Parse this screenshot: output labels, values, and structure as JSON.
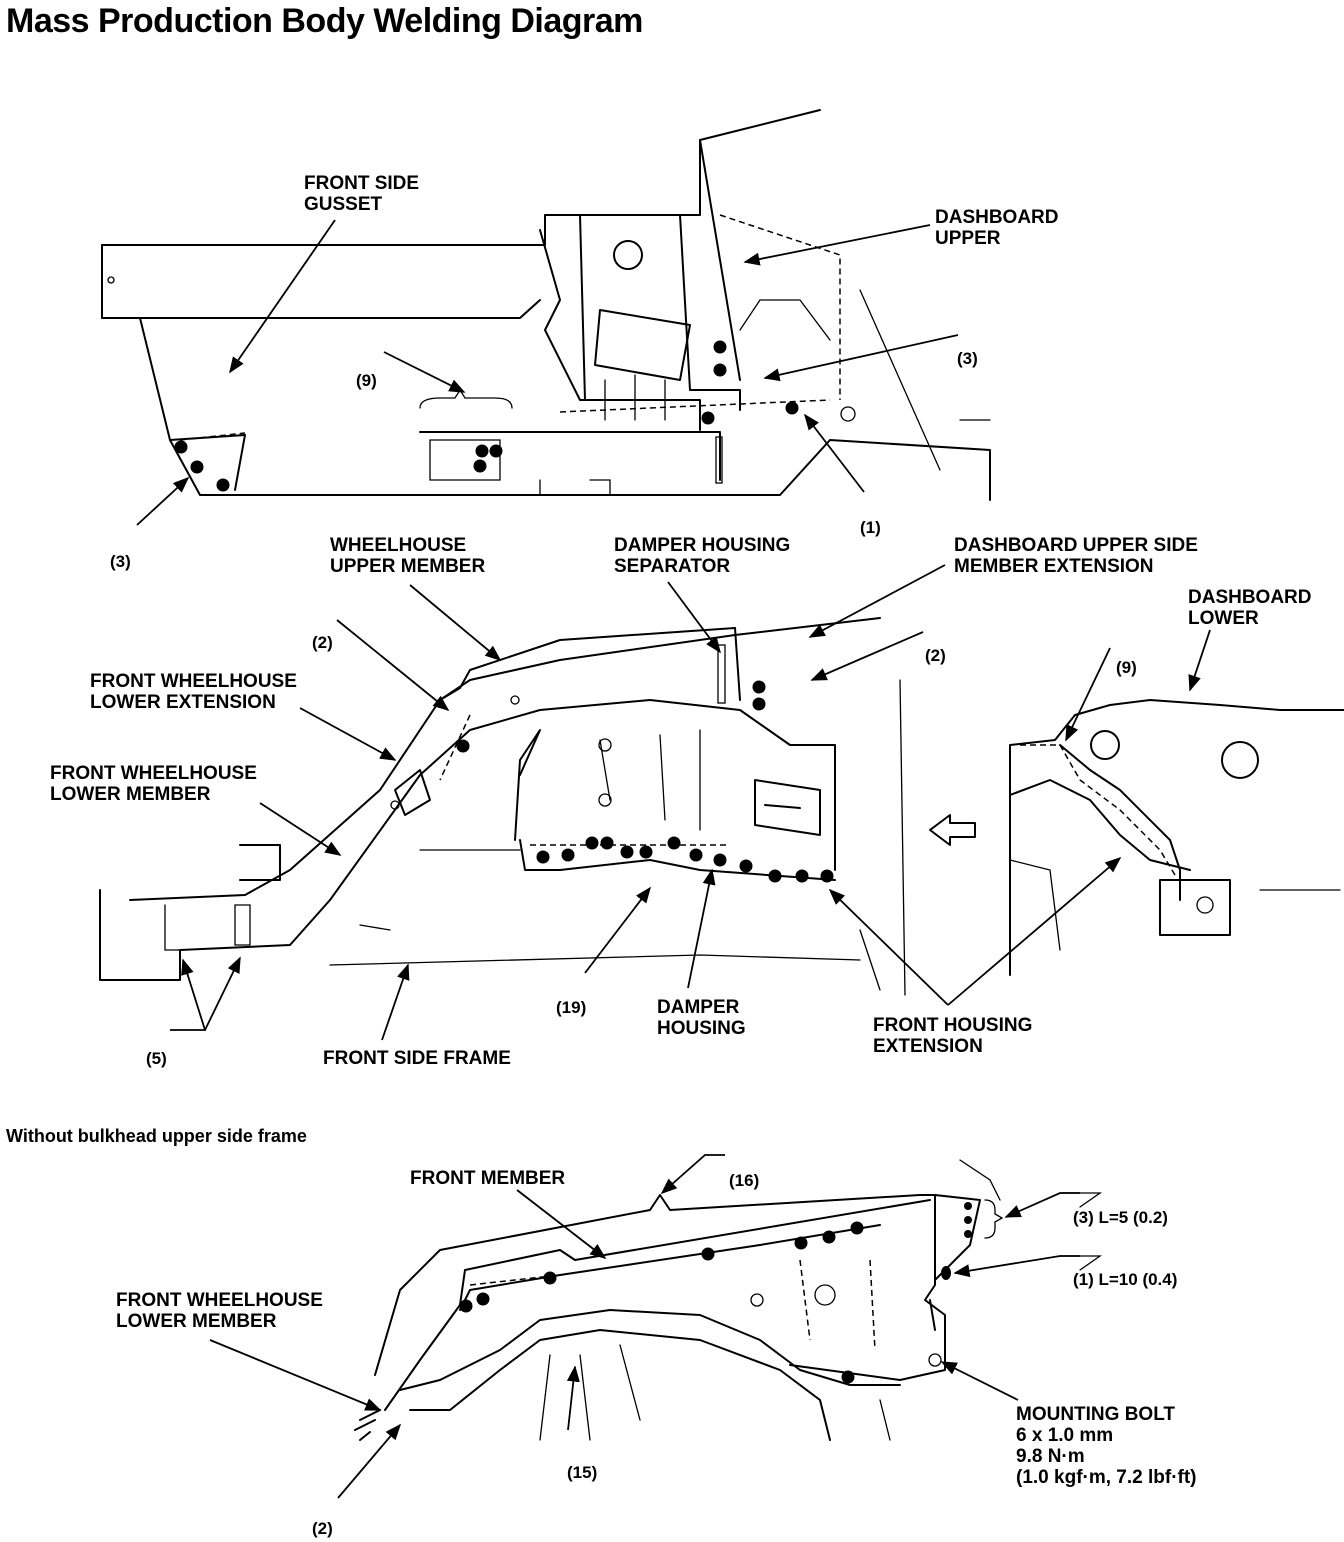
{
  "title": "Mass Production Body Welding Diagram",
  "section_caption": "Without bulkhead upper side frame",
  "top_view": {
    "labels": {
      "front_side_gusset_1": "FRONT SIDE",
      "front_side_gusset_2": "GUSSET",
      "dashboard_upper_1": "DASHBOARD",
      "dashboard_upper_2": "UPPER"
    },
    "callouts": {
      "c9": "(9)",
      "c3_right": "(3)",
      "c3_left": "(3)",
      "c1": "(1)"
    }
  },
  "middle_view": {
    "labels": {
      "wheelhouse_upper_1": "WHEELHOUSE",
      "wheelhouse_upper_2": "UPPER MEMBER",
      "damper_sep_1": "DAMPER HOUSING",
      "damper_sep_2": "SEPARATOR",
      "dash_upper_side_1": "DASHBOARD UPPER SIDE",
      "dash_upper_side_2": "MEMBER EXTENSION",
      "dash_lower_1": "DASHBOARD",
      "dash_lower_2": "LOWER",
      "fw_lower_ext_1": "FRONT WHEELHOUSE",
      "fw_lower_ext_2": "LOWER EXTENSION",
      "fw_lower_mem_1": "FRONT WHEELHOUSE",
      "fw_lower_mem_2": "LOWER MEMBER",
      "damper_housing_1": "DAMPER",
      "damper_housing_2": "HOUSING",
      "front_housing_ext_1": "FRONT HOUSING",
      "front_housing_ext_2": "EXTENSION",
      "front_side_frame": "FRONT SIDE FRAME"
    },
    "callouts": {
      "c2_left": "(2)",
      "c2_right": "(2)",
      "c9": "(9)",
      "c5": "(5)",
      "c19": "(19)"
    }
  },
  "bottom_view": {
    "labels": {
      "front_member": "FRONT MEMBER",
      "fw_lower_mem_1": "FRONT WHEELHOUSE",
      "fw_lower_mem_2": "LOWER MEMBER",
      "weld3": "(3) L=5 (0.2)",
      "weld1": "(1) L=10 (0.4)",
      "bolt_1": "MOUNTING BOLT",
      "bolt_2": "6 x 1.0 mm",
      "bolt_3": "9.8 N·m",
      "bolt_4": "(1.0 kgf·m, 7.2 lbf·ft)"
    },
    "callouts": {
      "c16": "(16)",
      "c15": "(15)",
      "c2": "(2)"
    }
  }
}
